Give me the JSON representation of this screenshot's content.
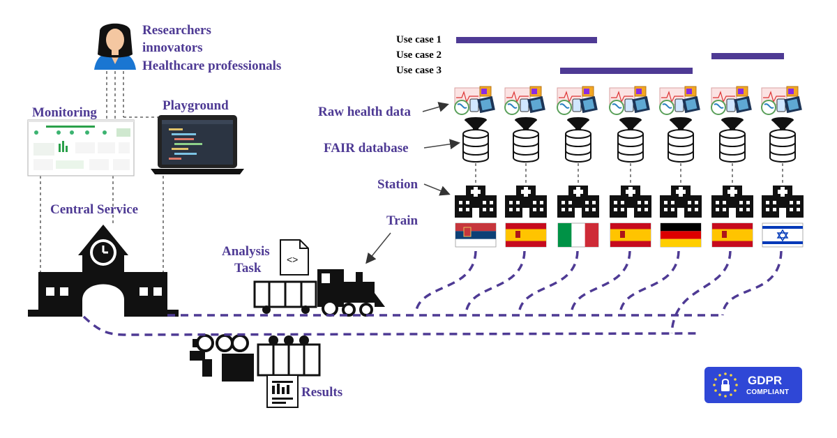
{
  "people": {
    "roles": [
      "Researchers",
      "innovators",
      "Healthcare professionals"
    ]
  },
  "labels": {
    "monitoring": "Monitoring",
    "playground": "Playground",
    "central_service": "Central Service",
    "analysis_task_line1": "Analysis",
    "analysis_task_line2": "Task",
    "train": "Train",
    "results": "Results",
    "raw_health_data": "Raw health data",
    "fair_database": "FAIR database",
    "station": "Station"
  },
  "use_cases": [
    {
      "label": "Use case 1"
    },
    {
      "label": "Use case 2"
    },
    {
      "label": "Use case 3"
    }
  ],
  "stations": [
    {
      "country": "Serbia",
      "flag": "serbia"
    },
    {
      "country": "Spain",
      "flag": "spain"
    },
    {
      "country": "Italy",
      "flag": "italy"
    },
    {
      "country": "Spain",
      "flag": "spain"
    },
    {
      "country": "Germany",
      "flag": "germany"
    },
    {
      "country": "Spain",
      "flag": "spain"
    },
    {
      "country": "Israel",
      "flag": "israel"
    }
  ],
  "badge": {
    "title": "GDPR",
    "subtitle": "COMPLIANT"
  },
  "colors": {
    "accent_purple": "#4e3a94",
    "badge_blue": "#2f47d6",
    "icon_black": "#111111"
  }
}
